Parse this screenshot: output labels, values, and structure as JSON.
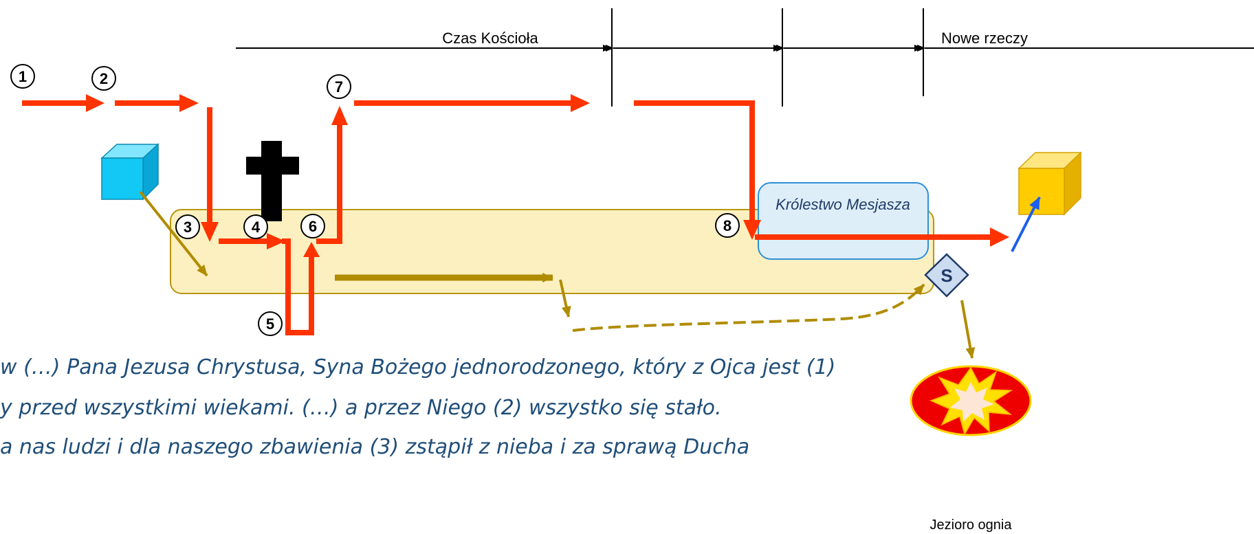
{
  "timeline": {
    "church_age": "Czas Kościoła",
    "new_things": "Nowe rzeczy"
  },
  "kingdom_label": "Królestwo Mesjasza",
  "satan_badge": "S",
  "lake_label": "Jezioro ognia",
  "steps": [
    "1",
    "2",
    "3",
    "4",
    "5",
    "6",
    "7",
    "8"
  ],
  "creed_lines": [
    "w (…) Pana Jezusa Chrystusa, Syna Bożego jednorodzonego, który z Ojca jest (1)",
    "y przed wszystkimi wiekami. (…) a przez Niego (2) wszystko się stało.",
    "a nas ludzi i dla naszego zbawienia (3) zstąpił z nieba i za sprawą Ducha"
  ],
  "colors": {
    "red_path": "#ff3300",
    "olive_path": "#b08c00",
    "earth_band": "#fdf0c0",
    "kingdom_box": "#ddeef8",
    "old_creation_cube": "#12c8f4",
    "new_creation_cube": "#ffcc00",
    "restoration_arrow": "#1a5ff0",
    "creed_text": "#1f4e79"
  }
}
